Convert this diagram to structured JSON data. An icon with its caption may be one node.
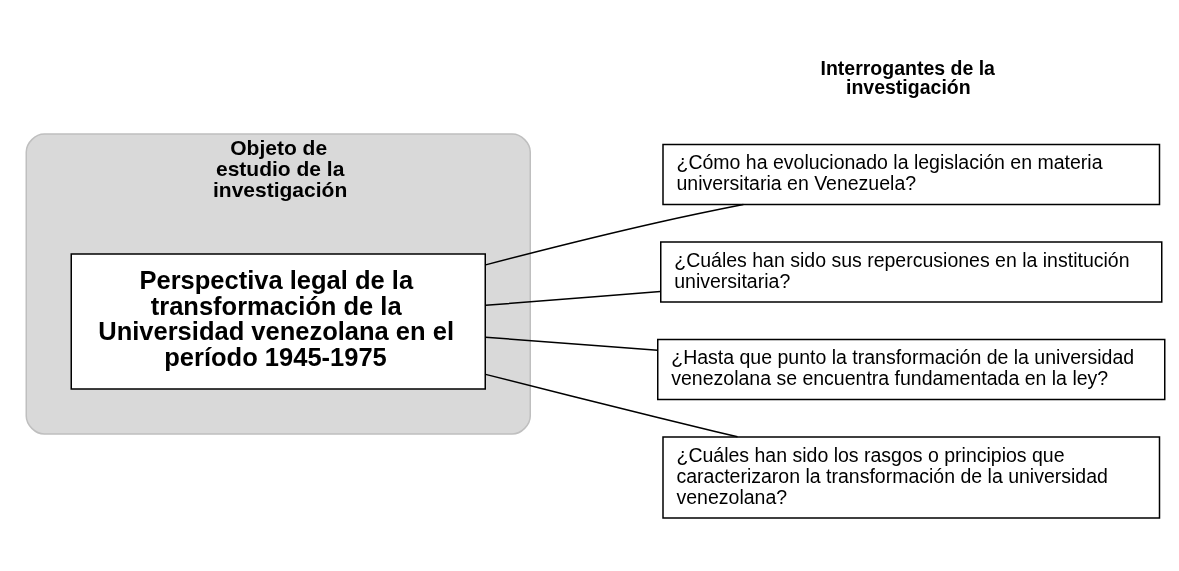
{
  "diagram": {
    "nodes": [
      {
        "text": [
          "Objeto de estudio de la investigación"
        ]
      },
      {
        "text": [
          "Perspectiva legal de la transformación de la Universidad venezolana en el período 1945-1975"
        ],
        "in": 0
      },
      {
        "text": [
          "¿Cómo ha evolucionado la legislación en materia universitaria en Venezuela?"
        ]
      },
      {
        "text": [
          "¿Cuáles han sido sus repercusiones en la institución universitaria?"
        ]
      },
      {
        "text": [
          "¿Hasta que punto la transformación de la universidad venezolana se encuentra fundamentada en la ley?"
        ]
      },
      {
        "text": [
          "¿Cuáles han sido los rasgos o principios que caracterizaron la transformación de la universidad venezolana?"
        ]
      }
    ],
    "edges": [
      {
        "from": 1,
        "to": 2,
        "arrow": "none"
      },
      {
        "from": 1,
        "to": 3,
        "arrow": "none"
      },
      {
        "from": 1,
        "to": 4,
        "arrow": "none"
      },
      {
        "from": 1,
        "to": 5,
        "arrow": "none"
      }
    ],
    "labels": [
      "Interrogantes de la investigación"
    ]
  }
}
